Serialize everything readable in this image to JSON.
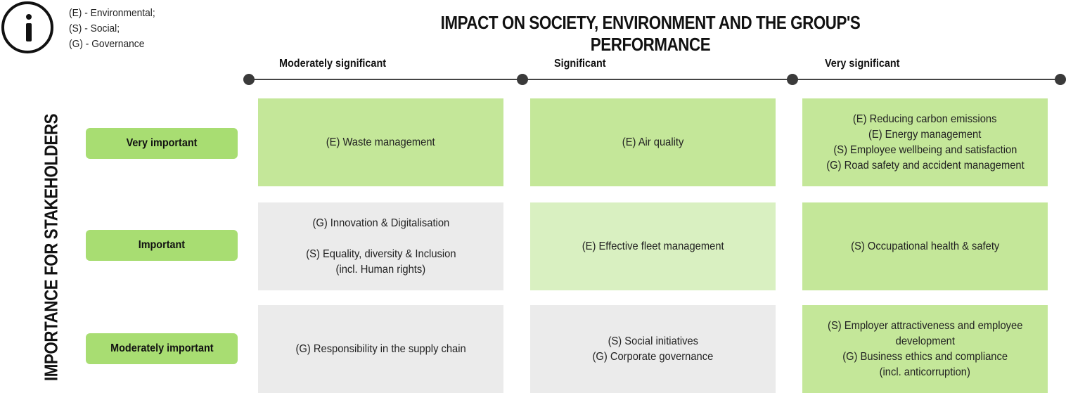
{
  "legend": {
    "items": [
      "(E) - Environmental;",
      "(S) - Social;",
      "(G) - Governance"
    ]
  },
  "title": "IMPACT ON SOCIETY, ENVIRONMENT AND THE GROUP'S PERFORMANCE",
  "x_axis": {
    "columns": [
      "Moderately significant",
      "Significant",
      "Very significant"
    ]
  },
  "y_axis": {
    "title": "IMPORTANCE FOR STAKEHOLDERS",
    "rows": [
      "Very important",
      "Important",
      "Moderately important"
    ]
  },
  "colors": {
    "row_label": "#a8dd72",
    "cell_green": "#c4e799",
    "cell_light_green": "#d9f0c1",
    "cell_grey": "#ebebeb"
  },
  "cells": {
    "r0c0": {
      "fill": "green",
      "lines": [
        "(E) Waste management"
      ]
    },
    "r0c1": {
      "fill": "green",
      "lines": [
        "(E) Air quality"
      ]
    },
    "r0c2": {
      "fill": "green",
      "lines": [
        "(E) Reducing carbon emissions",
        "(E) Energy management",
        "(S) Employee wellbeing and satisfaction",
        "(G) Road safety and accident management"
      ]
    },
    "r1c0": {
      "fill": "grey",
      "lines": [
        "(G) Innovation & Digitalisation",
        "",
        "(S) Equality, diversity & Inclusion",
        "(incl. Human rights)"
      ]
    },
    "r1c1": {
      "fill": "light-green",
      "lines": [
        "(E) Effective fleet management"
      ]
    },
    "r1c2": {
      "fill": "green",
      "lines": [
        "(S) Occupational health & safety"
      ]
    },
    "r2c0": {
      "fill": "grey",
      "lines": [
        "(G) Responsibility in the supply chain"
      ]
    },
    "r2c1": {
      "fill": "grey",
      "lines": [
        "(S) Social initiatives",
        "(G) Corporate governance"
      ]
    },
    "r2c2": {
      "fill": "green",
      "lines": [
        "(S) Employer attractiveness and employee",
        "development",
        "(G) Business ethics and compliance",
        "(incl. anticorruption)"
      ]
    }
  }
}
